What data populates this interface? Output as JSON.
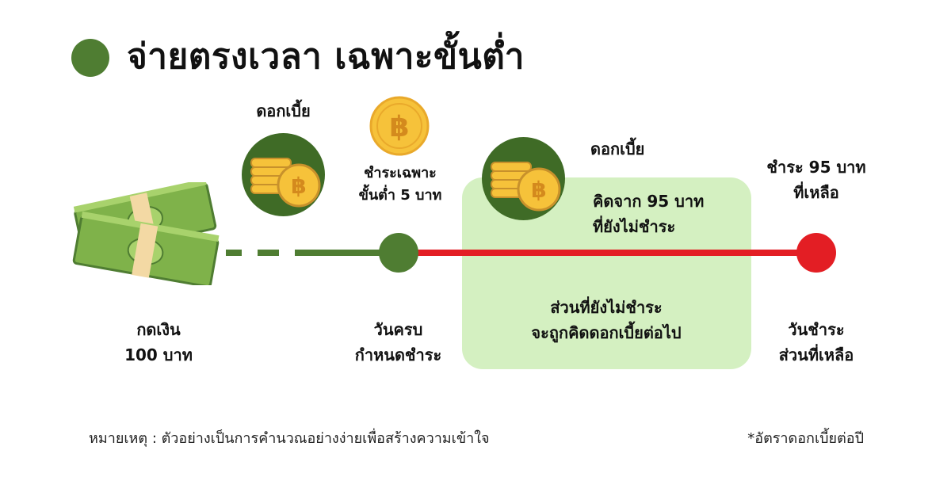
{
  "title": "จ่ายตรงเวลา เฉพาะขั้นต่ำ",
  "withdraw": {
    "line1": "กดเงิน",
    "line2": "100 บาท"
  },
  "interest_label_1": "ดอกเบี้ย",
  "pay_minimum": {
    "line1": "ชำระเฉพาะ",
    "line2": "ขั้นต่ำ 5 บาท"
  },
  "due_date": {
    "line1": "วันครบ",
    "line2": "กำหนดชำระ"
  },
  "interest_label_2": "ดอกเบี้ย",
  "calc_from": {
    "line1": "คิดจาก 95 บาท",
    "line2": "ที่ยังไม่ชำระ"
  },
  "unpaid_note": {
    "line1": "ส่วนที่ยังไม่ชำระ",
    "line2": "จะถูกคิดดอกเบี้ยต่อไป"
  },
  "pay_rest": {
    "line1": "ชำระ 95 บาท",
    "line2": "ที่เหลือ"
  },
  "pay_rest_date": {
    "line1": "วันชำระ",
    "line2": "ส่วนที่เหลือ"
  },
  "footnote": "หมายเหตุ : ตัวอย่างเป็นการคำนวณอย่างง่ายเพื่อสร้างความเข้าใจ",
  "rate_note": "*อัตราดอกเบี้ยต่อปี",
  "colors": {
    "green_dark": "#4f7d32",
    "red": "#e31e24",
    "highlight": "#d4f0c1",
    "coin": "#f6c23a"
  },
  "icons": [
    "money-stack-icon",
    "coin-stack-icon",
    "baht-coin-icon"
  ]
}
